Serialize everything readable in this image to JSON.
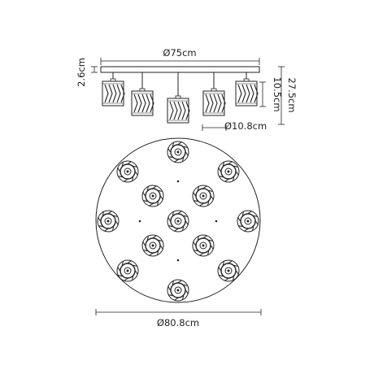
{
  "dimensions": {
    "top_width": "Ø75cm",
    "plate_height": "2.6cm",
    "shade_height": "10.5cm",
    "total_height": "27.5cm",
    "shade_diameter": "Ø10.8cm",
    "bottom_diameter": "Ø80.8cm"
  },
  "colors": {
    "line": "#222222",
    "accent": "#444444"
  }
}
